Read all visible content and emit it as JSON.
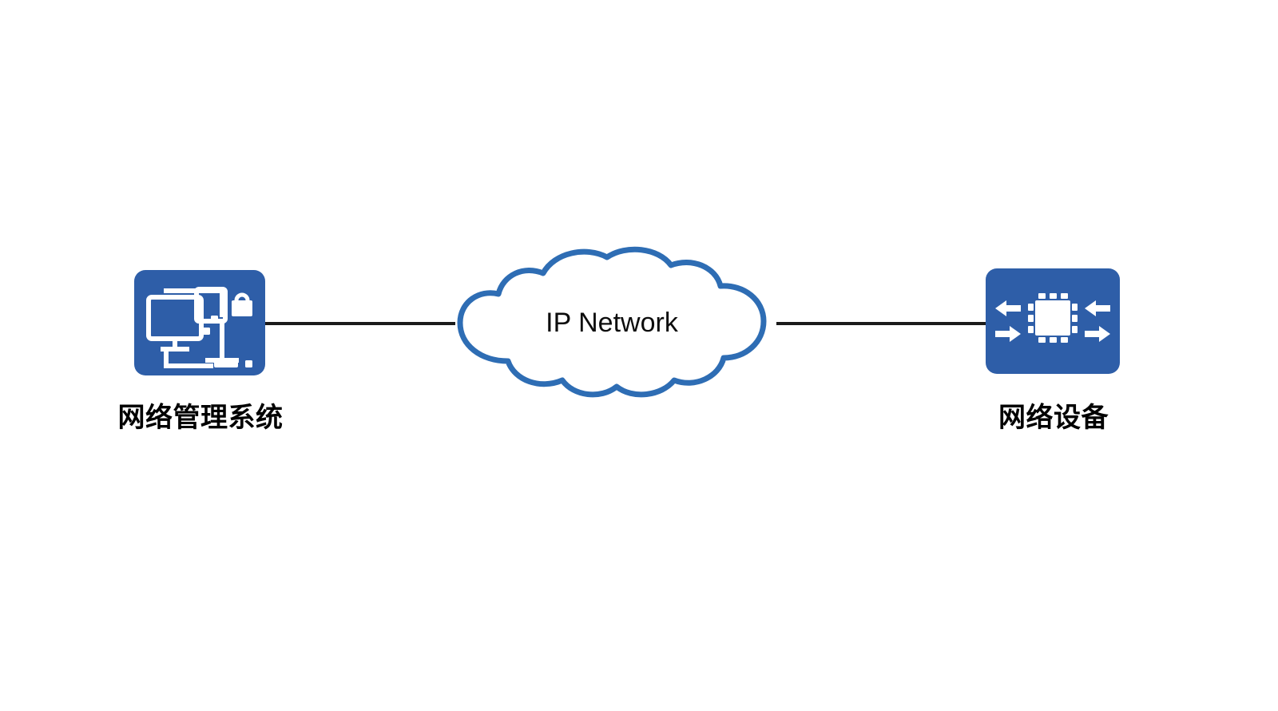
{
  "diagram": {
    "title": "IP Network topology",
    "background_color": "#ffffff",
    "accent_color": "#2E5EA8",
    "cloud_outline_color": "#2E6DB4",
    "link_color": "#1a1a1a",
    "label_color": "#000000",
    "nodes": [
      {
        "id": "nms",
        "caption": "网络管理系统",
        "icon": "network-management-system-icon",
        "tile_color": "#2E5EA8"
      },
      {
        "id": "device",
        "caption": "网络设备",
        "icon": "network-device-icon",
        "tile_color": "#2E5EA8"
      }
    ],
    "cloud": {
      "label": "IP Network",
      "outline_color": "#2E6DB4",
      "fill_color": "#ffffff"
    },
    "links": [
      {
        "id": "link-nms-cloud",
        "from": "nms",
        "to": "cloud",
        "style": "solid"
      },
      {
        "id": "link-cloud-device",
        "from": "cloud",
        "to": "device",
        "style": "solid"
      }
    ]
  }
}
